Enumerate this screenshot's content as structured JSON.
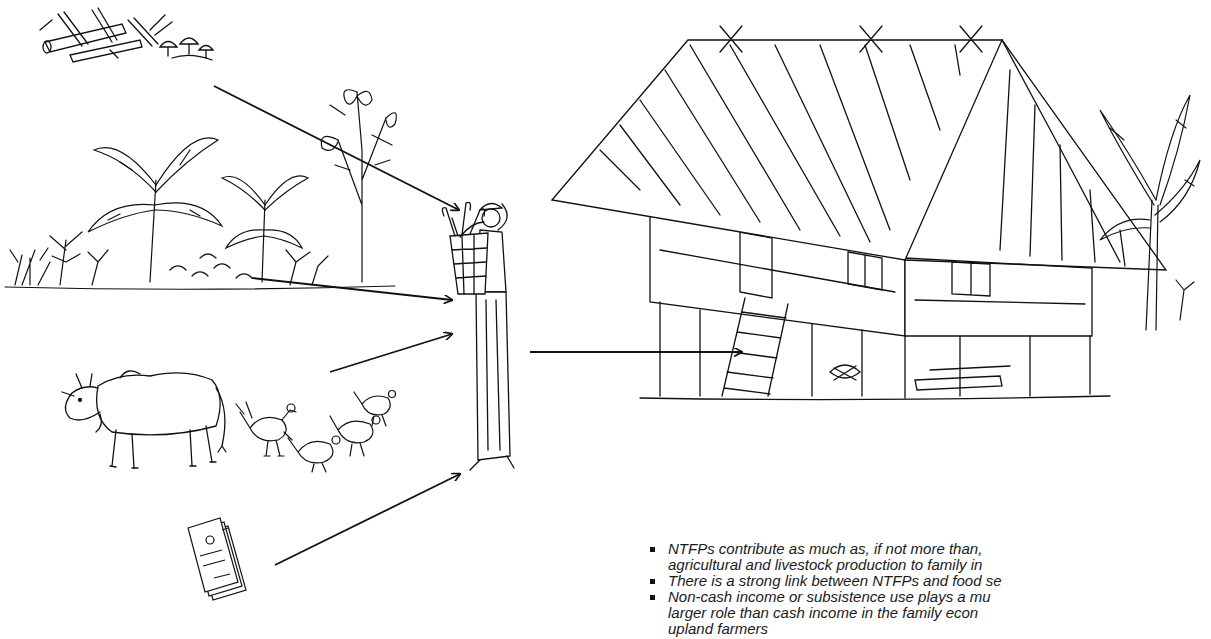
{
  "diagram": {
    "labels": [
      "NTFPs contribute as much as, if not more than, agricultural and livestock production to family in",
      "There is a strong link between NTFPs and food se",
      "Non-cash income or subsistence use plays a mu larger role than cash income in the family econ upland farmers"
    ]
  }
}
